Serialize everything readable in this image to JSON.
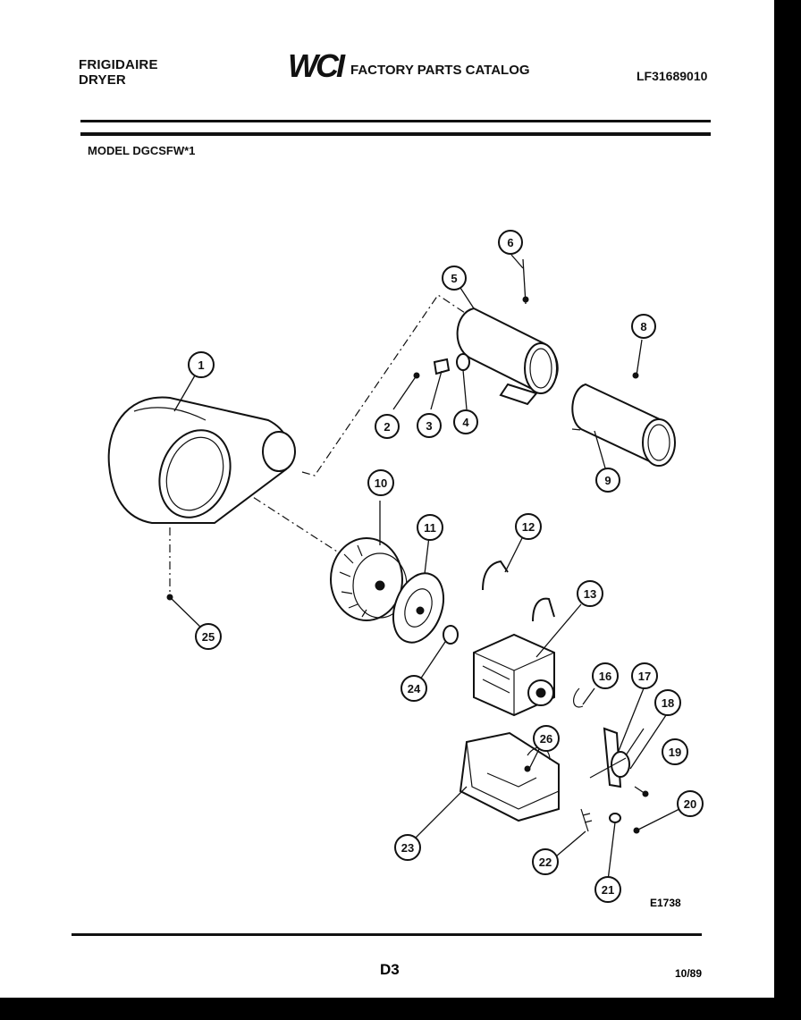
{
  "header": {
    "brand_line1": "FRIGIDAIRE",
    "brand_line2": "DRYER",
    "logo_text": "WCI",
    "catalog_title": "FACTORY PARTS CATALOG",
    "catalog_number": "LF31689010"
  },
  "model_label": "MODEL DGCSFW*1",
  "diagram": {
    "callouts": [
      "1",
      "2",
      "3",
      "4",
      "5",
      "6",
      "8",
      "9",
      "10",
      "11",
      "12",
      "13",
      "16",
      "17",
      "18",
      "19",
      "20",
      "21",
      "22",
      "23",
      "24",
      "25",
      "26"
    ],
    "code": "E1738"
  },
  "footer": {
    "page": "D3",
    "date": "10/89"
  },
  "colors": {
    "ink": "#111111",
    "paper": "#ffffff",
    "border": "#000000"
  }
}
